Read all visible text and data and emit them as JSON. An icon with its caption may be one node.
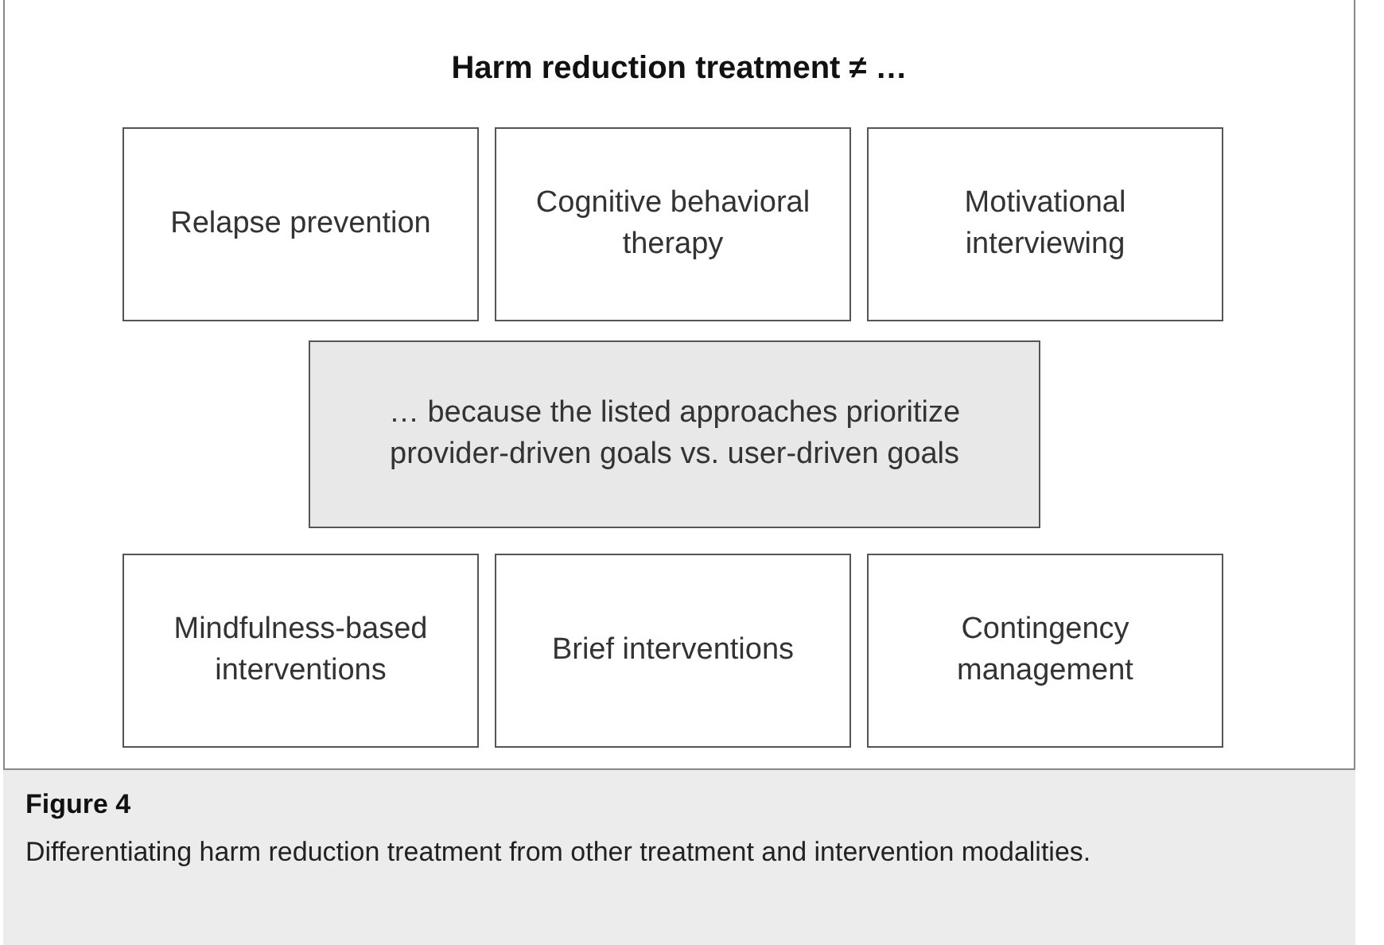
{
  "diagram": {
    "caption": "Differentiating harm reduction treatment from other treatment and intervention modalities.",
    "nodes": [
      {
        "text": [
          "Harm reduction treatment ≠ …"
        ]
      },
      {
        "text": [
          "Relapse prevention"
        ],
        "in": 0
      },
      {
        "text": [
          "Cognitive behavioral therapy"
        ],
        "in": 0
      },
      {
        "text": [
          "Motivational interviewing"
        ],
        "in": 0
      },
      {
        "text": [
          "… because the listed approaches prioritize provider-driven goals vs. user-driven goals"
        ],
        "in": 0
      },
      {
        "text": [
          "Mindfulness-based interventions"
        ],
        "in": 0
      },
      {
        "text": [
          "Brief interventions"
        ],
        "in": 0
      },
      {
        "text": [
          "Contingency management"
        ],
        "in": 0
      }
    ],
    "labels": [
      "Figure 4"
    ]
  }
}
